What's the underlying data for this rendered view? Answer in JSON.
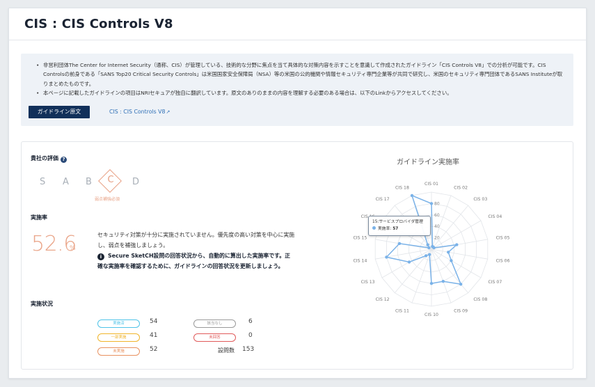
{
  "page": {
    "title": "CIS : CIS Controls V8"
  },
  "info": {
    "bullet1": "非営利団体The Center for Internet Security（通称、CIS）が管理している、技術的な分野に焦点を当て具体的な対策内容を示すことを意識して作成されたガイドライン「CIS Controls V8」での分析が可能です。CIS Controlsの前身である「SANS Top20 Critical Security Controls」は米国国家安全保障局（NSA）等の米国の公的機関や情報セキュリティ専門企業等が共同で研究し、米国のセキュリティ専門団体であるSANS Instituteが取りまとめたものです。",
    "bullet2": "本ページに記載したガイドラインの項目はNRIセキュアが独自に翻訳しています。原文のありのままの内容を理解する必要のある場合は、以下のLinkからアクセスしてください。",
    "button_label": "ガイドライン原文",
    "link_label": "CIS : CIS Controls V8",
    "link_icon": "external-link-icon"
  },
  "evaluation": {
    "label": "貴社の評価",
    "help_icon": "question-circle-icon",
    "grades": [
      "S",
      "A",
      "B",
      "C",
      "D"
    ],
    "current_grade": "C",
    "grade_note": "弱点補強必須"
  },
  "implementation": {
    "label": "実施率",
    "rate": "52.6",
    "unit": "%",
    "description": "セキュリティ対策が十分に実施されていません。優先度の高い対策を中心に実施し、弱点を補強しましょう。",
    "note_icon": "info-circle-icon",
    "note": "Secure SketCH設問の回答状況から、自動的に算出した実施率です。正確な実施率を確認するために、ガイドラインの回答状況を更新しましょう。"
  },
  "status": {
    "label": "実施状況",
    "items": [
      {
        "label": "実施済",
        "count": "54",
        "color": "#4fc3e8"
      },
      {
        "label": "一部実施",
        "count": "41",
        "color": "#f0b429"
      },
      {
        "label": "未実施",
        "count": "52",
        "color": "#e8915f"
      },
      {
        "label": "該当なし",
        "count": "6",
        "color": "#9a9a9a"
      },
      {
        "label": "未回答",
        "count": "0",
        "color": "#e05a5a"
      }
    ],
    "total_label": "設問数",
    "total": "153"
  },
  "chart_data": {
    "type": "radar",
    "title": "ガイドライン実施率",
    "categories": [
      "CIS 01",
      "CIS 02",
      "CIS 03",
      "CIS 04",
      "CIS 05",
      "CIS 06",
      "CIS 07",
      "CIS 08",
      "CIS 09",
      "CIS 10",
      "CIS 11",
      "CIS 12",
      "CIS 13",
      "CIS 14",
      "CIS 15",
      "CIS 16",
      "CIS 17",
      "CIS 18"
    ],
    "series": [
      {
        "name": "実施率",
        "values": [
          80,
          5,
          5,
          5,
          45,
          30,
          40,
          80,
          60,
          60,
          10,
          15,
          45,
          80,
          57,
          5,
          10,
          100
        ]
      }
    ],
    "rlim": [
      0,
      100
    ],
    "ticks": [
      20,
      40,
      60,
      80
    ],
    "color": "#7ab2e8",
    "tooltip": {
      "category": "15:サービスプロバイダ管理",
      "series": "実施率",
      "value": "57"
    }
  }
}
